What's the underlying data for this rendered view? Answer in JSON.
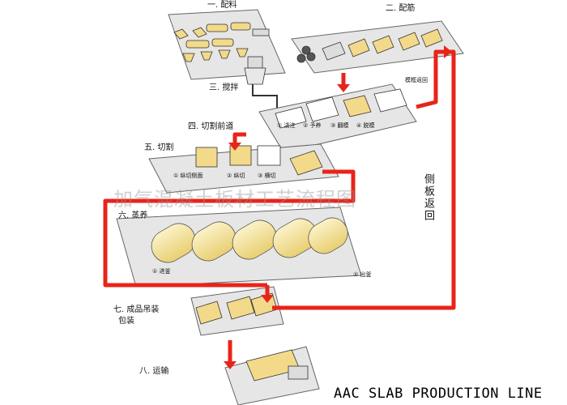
{
  "stages": {
    "s1": "一. 配料",
    "s2": "二. 配筋",
    "s3": "三. 搅拌",
    "s4": "四. 切割前道",
    "s5": "五. 切割",
    "s6": "六. 蒸养",
    "s7a": "七. 成品吊装",
    "s7b": "包装",
    "s8": "八. 运输"
  },
  "substeps": {
    "pour": "① 浇注",
    "preset": "② 予养",
    "flip": "③ 翻模",
    "demold": "④ 脱模",
    "mold_return": "模框返回",
    "cut_side": "① 纵切侧面",
    "cut_long": "② 纵切",
    "cut_cross": "③ 横切",
    "into_kettle": "① 进釜",
    "out_kettle": "② 出釜"
  },
  "side_label": "侧板返回",
  "watermark": "加气混凝土板材工艺流程图",
  "footer": "AAC SLAB PRODUCTION LINE",
  "colors": {
    "flow": "#e8241a",
    "tray": "#e6e6e6",
    "cylinder": "#f6e7a4",
    "block": "#f3d98a"
  }
}
